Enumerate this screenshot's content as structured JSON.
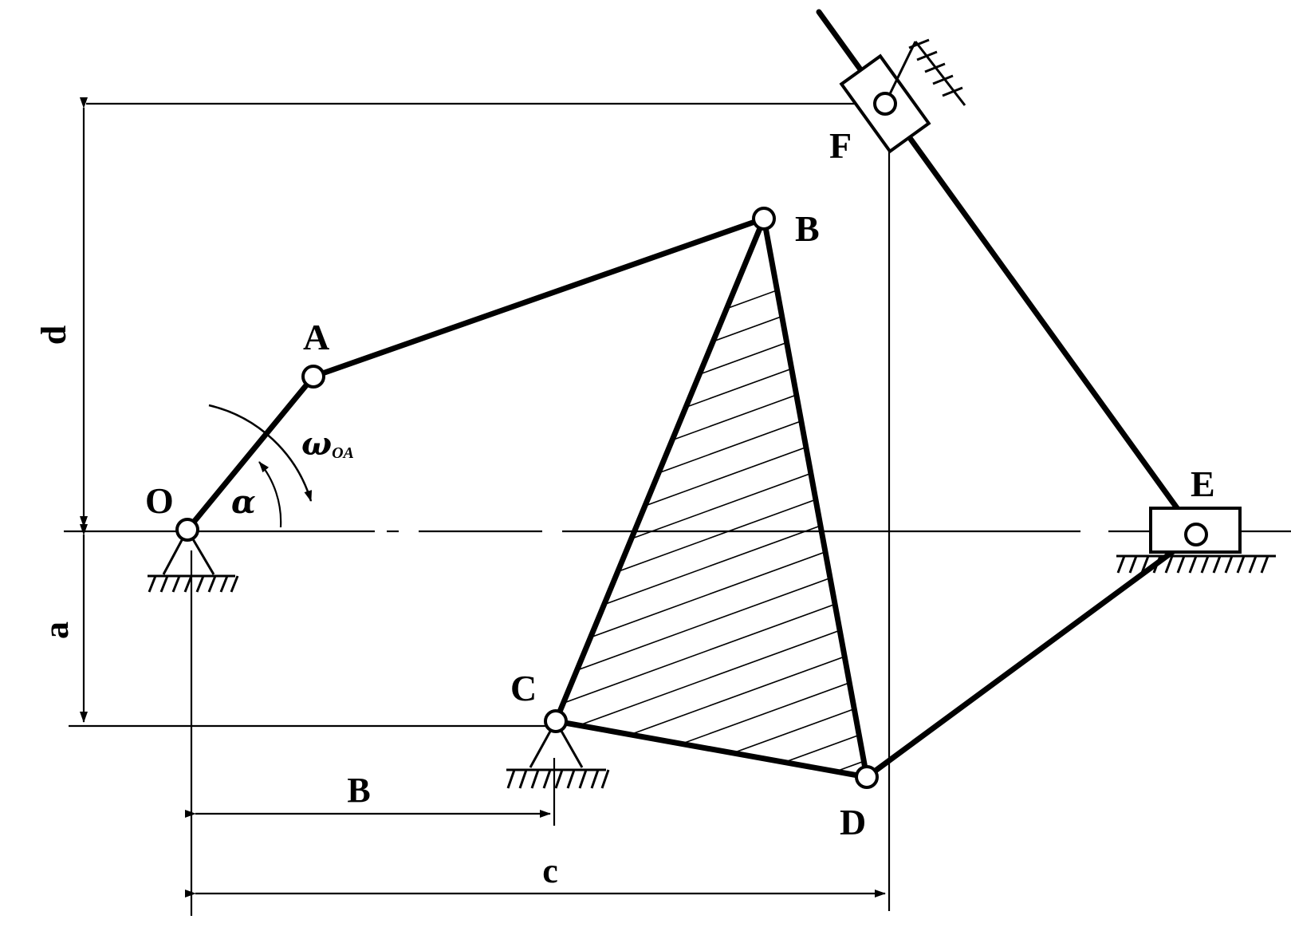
{
  "diagram": {
    "points": {
      "O": "O",
      "A": "A",
      "B": "B",
      "C": "C",
      "D": "D",
      "E": "E",
      "F": "F"
    },
    "dimensions": {
      "d": "d",
      "a": "a",
      "b": "B",
      "c": "c"
    },
    "angle": "α",
    "angular_velocity": {
      "symbol": "ω",
      "subscript": "OA"
    }
  }
}
